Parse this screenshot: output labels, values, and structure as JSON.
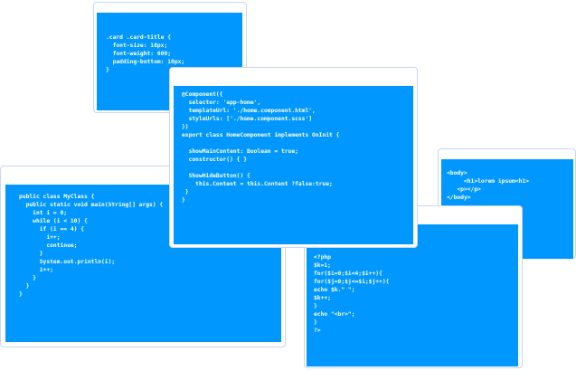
{
  "cards": {
    "css": {
      "code": ".card .card-title {\n  font-size: 18px;\n  font-weight: 600;\n  padding-bottom: 10px;\n}"
    },
    "angular": {
      "code": "@Component({\n  selector: 'app-home',\n  templateUrl: './home.component.html',\n  styleUrls: ['./home.component.scss']\n})\nexport class HomeComponent implements OnInit {\n\n  showMainContent: Boolean = true;\n  constructor() { }\n\n  ShowHideButton() {\n    this.Content = this.Content ?false:true;\n }\n}"
    },
    "java": {
      "code": "public class MyClass {\n  public static void main(String[] args) {\n    int i = 0;\n    while (i < 10) {\n      if (i == 4) {\n        i++;\n        continue;\n      }\n      System.out.println(i);\n      i++;\n    }\n  }\n}"
    },
    "html": {
      "code": "<body>\n     <h1>lorem ipsum<h1>\n   <p></p>\n</body>"
    },
    "php": {
      "code": "<?php\n$k=1;\nfor($i=0;$i<4;$i++){\nfor($j=0;$j<=$i;$j++){\necho $k.\" \";\n$k++;\n}\necho \"<br>\";\n}\n?>"
    }
  }
}
